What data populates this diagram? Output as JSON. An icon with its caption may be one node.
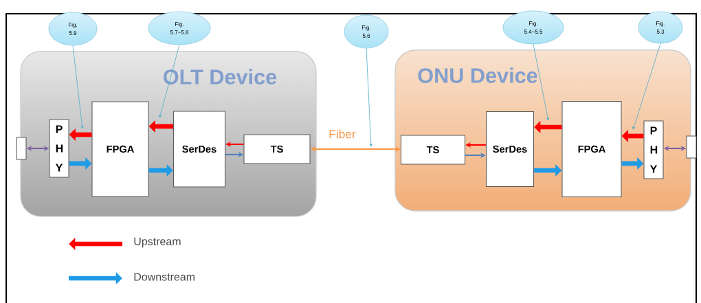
{
  "diagram": {
    "nodes": [
      {
        "text": [
          "OLT Device"
        ]
      },
      {
        "text": [
          "P H Y"
        ],
        "in": 0
      },
      {
        "text": [
          "FPGA"
        ],
        "in": 0
      },
      {
        "text": [
          "SerDes"
        ],
        "in": 0
      },
      {
        "text": [
          "TS"
        ],
        "in": 0
      },
      {
        "text": [
          "ONU Device"
        ]
      },
      {
        "text": [
          "TS"
        ],
        "in": 5
      },
      {
        "text": [
          "SerDes"
        ],
        "in": 5
      },
      {
        "text": [
          "FPGA"
        ],
        "in": 5
      },
      {
        "text": [
          "P H Y"
        ],
        "in": 5
      },
      {
        "text": [],
        "shape": "box"
      },
      {
        "text": [],
        "shape": "box"
      },
      {
        "text": [
          "Fig. 5.9"
        ]
      },
      {
        "text": [
          "Fig. 5.7~5.8"
        ]
      },
      {
        "text": [
          "Fig. 5.6"
        ]
      },
      {
        "text": [
          "Fig. 5.4~5.5"
        ]
      },
      {
        "text": [
          "Fig. 5.3"
        ]
      }
    ],
    "edges": [
      {
        "from": 10,
        "to": 1,
        "arrow": "both",
        "color": "#8064a2"
      },
      {
        "from": 2,
        "to": 1,
        "arrow": "to",
        "style": "thick",
        "color": "#ff0000"
      },
      {
        "from": 1,
        "to": 2,
        "arrow": "to",
        "style": "thick",
        "color": "#1f9be6"
      },
      {
        "from": 3,
        "to": 2,
        "arrow": "to",
        "style": "thick",
        "color": "#ff0000"
      },
      {
        "from": 2,
        "to": 3,
        "arrow": "to",
        "style": "thick",
        "color": "#1f9be6"
      },
      {
        "from": 4,
        "to": 3,
        "arrow": "to",
        "color": "#ff0000"
      },
      {
        "from": 3,
        "to": 4,
        "arrow": "to",
        "color": "#4f81bd"
      },
      {
        "from": 4,
        "to": 6,
        "arrow": "both",
        "label": "Fiber",
        "color": "#f79646"
      },
      {
        "from": 7,
        "to": 6,
        "arrow": "to",
        "color": "#ff0000"
      },
      {
        "from": 6,
        "to": 7,
        "arrow": "to",
        "color": "#4f81bd"
      },
      {
        "from": 8,
        "to": 7,
        "arrow": "to",
        "style": "thick",
        "color": "#ff0000"
      },
      {
        "from": 7,
        "to": 8,
        "arrow": "to",
        "style": "thick",
        "color": "#1f9be6"
      },
      {
        "from": 9,
        "to": 8,
        "arrow": "to",
        "style": "thick",
        "color": "#ff0000"
      },
      {
        "from": 8,
        "to": 9,
        "arrow": "to",
        "style": "thick",
        "color": "#1f9be6"
      },
      {
        "from": 9,
        "to": 11,
        "arrow": "both",
        "color": "#8064a2"
      },
      {
        "from": 12,
        "to": null,
        "arrow": "to",
        "color": "#4bacc6"
      },
      {
        "from": 13,
        "to": null,
        "arrow": "to",
        "color": "#4bacc6"
      },
      {
        "from": 14,
        "to": null,
        "arrow": "to",
        "color": "#4bacc6"
      },
      {
        "from": 15,
        "to": null,
        "arrow": "to",
        "color": "#4bacc6"
      },
      {
        "from": 16,
        "to": null,
        "arrow": "to",
        "color": "#4bacc6"
      }
    ],
    "legend": [
      {
        "text": "Upstream",
        "color": "#ff0000"
      },
      {
        "text": "Downstream",
        "color": "#1f9be6"
      }
    ]
  }
}
